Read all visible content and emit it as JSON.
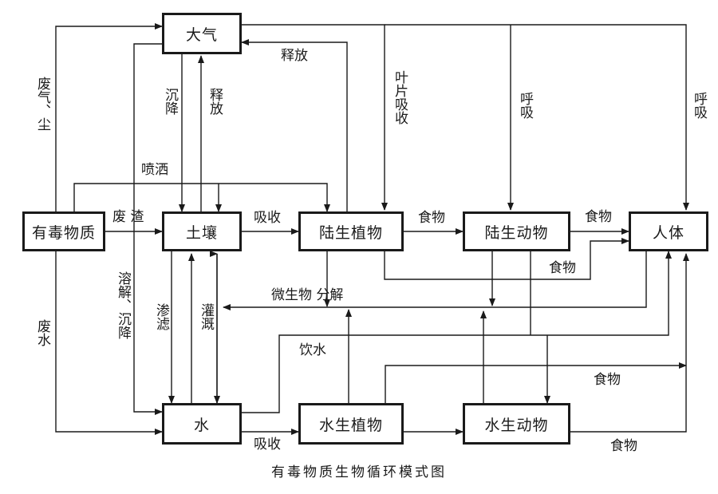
{
  "diagram": {
    "caption": "有毒物质生物循环模式图",
    "nodes": {
      "atmosphere": "大气",
      "toxic": "有毒物质",
      "soil": "土壤",
      "land_plants": "陆生植物",
      "land_animals": "陆生动物",
      "human": "人体",
      "water": "水",
      "aquatic_plants": "水生植物",
      "aquatic_animals": "水生动物"
    },
    "labels": {
      "waste_gas_dust": "废气、尘",
      "waste_water": "废水",
      "settle": "沉降",
      "release_soil": "释放",
      "release_plant": "释放",
      "spray": "喷洒",
      "waste_residue": "废  渣",
      "absorb_soil": "吸收",
      "leaf_absorb": "叶片吸收",
      "breath_animal": "呼吸",
      "breath_human": "呼吸",
      "food_plant_animal": "食物",
      "food_animal_human": "食物",
      "food_plant_human": "食物",
      "microbe_decompose": "微生物 分解",
      "dissolve_settle": "溶解、沉降",
      "seepage": "渗滤",
      "irrigation": "灌溉",
      "drinking_water": "饮水",
      "food_aquatic_plant": "食物",
      "absorb_water": "吸收",
      "food_aquatic_animal": "食物"
    }
  }
}
